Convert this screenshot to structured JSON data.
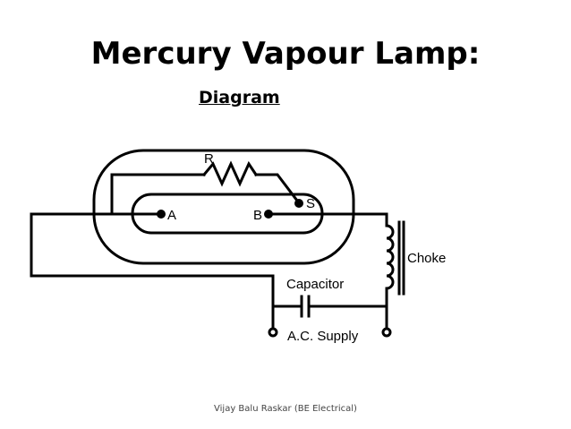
{
  "slide": {
    "title": "Mercury Vapour Lamp:",
    "subtitle": "Diagram",
    "footer": "Vijay Balu Raskar (BE Electrical)"
  },
  "diagram": {
    "labels": {
      "resistor": "R",
      "electrode_a": "A",
      "electrode_b": "B",
      "starter": "S",
      "choke": "Choke",
      "capacitor": "Capacitor",
      "supply": "A.C. Supply"
    }
  }
}
